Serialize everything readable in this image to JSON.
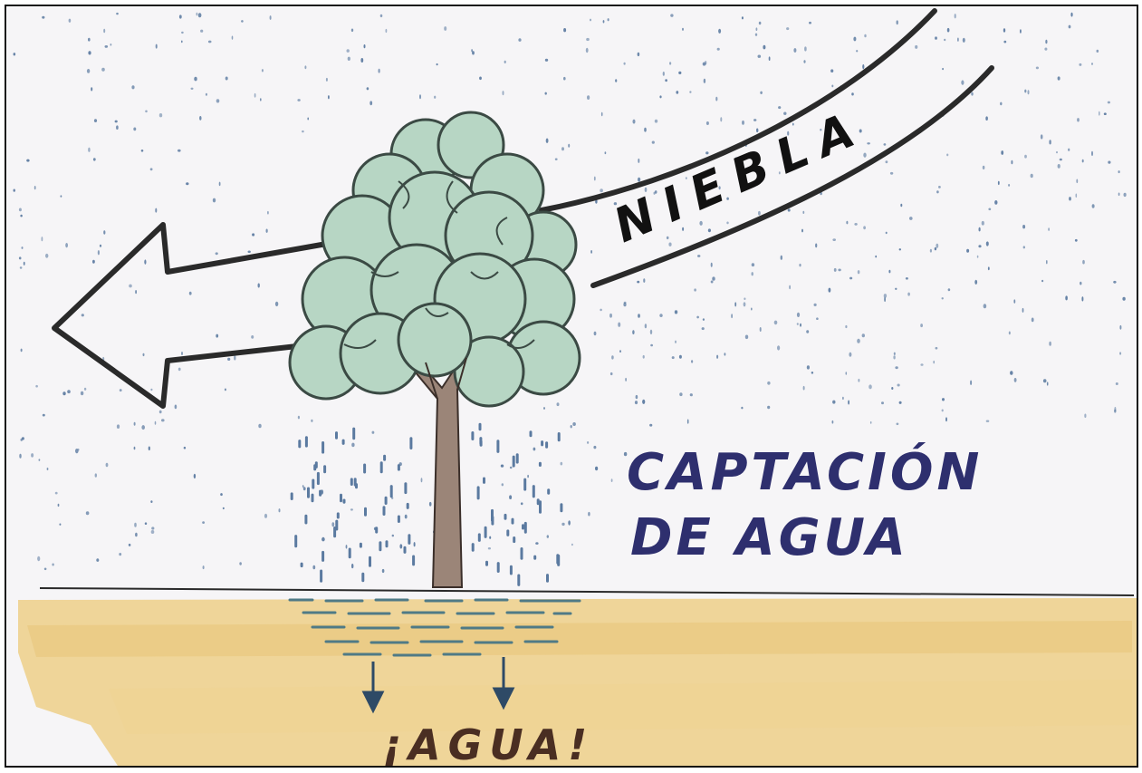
{
  "labels": {
    "fog": "NIEBLA",
    "capture_line1": "CAPTACIÓN",
    "capture_line2": "DE AGUA",
    "water": "¡AGUA!"
  },
  "colors": {
    "paper": "#f6f5f7",
    "frame": "#111111",
    "ink": "#2a2a2a",
    "fog_dots": "#5b7aa0",
    "canopy_fill": "#b7d6c4",
    "canopy_outline": "#3b4a44",
    "trunk": "#9b8578",
    "soil": "#ecc97a",
    "underground_water": "#4f7a86",
    "blue_text": "#2e2f6e",
    "water_text": "#4a2e22"
  },
  "icons": [
    "wind-arrow-icon",
    "tree-icon",
    "down-arrow-icon"
  ]
}
